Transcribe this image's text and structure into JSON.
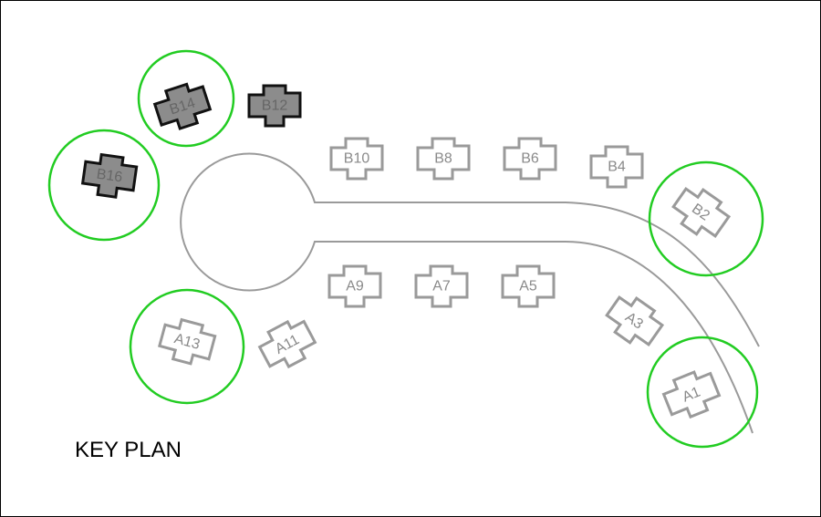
{
  "title": "KEY PLAN",
  "colors": {
    "outline": "#9a9a9a",
    "highlight_fill": "#8c8c8c",
    "highlight_stroke": "#111111",
    "ring": "#22cc22",
    "road": "#9a9a9a"
  },
  "units": [
    {
      "label": "B14",
      "highlighted": true,
      "ringed": true
    },
    {
      "label": "B12",
      "highlighted": true,
      "ringed": false
    },
    {
      "label": "B16",
      "highlighted": true,
      "ringed": true
    },
    {
      "label": "B10",
      "highlighted": false,
      "ringed": false
    },
    {
      "label": "B8",
      "highlighted": false,
      "ringed": false
    },
    {
      "label": "B6",
      "highlighted": false,
      "ringed": false
    },
    {
      "label": "B4",
      "highlighted": false,
      "ringed": false
    },
    {
      "label": "B2",
      "highlighted": false,
      "ringed": true
    },
    {
      "label": "A9",
      "highlighted": false,
      "ringed": false
    },
    {
      "label": "A7",
      "highlighted": false,
      "ringed": false
    },
    {
      "label": "A5",
      "highlighted": false,
      "ringed": false
    },
    {
      "label": "A3",
      "highlighted": false,
      "ringed": false
    },
    {
      "label": "A1",
      "highlighted": false,
      "ringed": true
    },
    {
      "label": "A13",
      "highlighted": false,
      "ringed": true
    },
    {
      "label": "A11",
      "highlighted": false,
      "ringed": false
    }
  ]
}
